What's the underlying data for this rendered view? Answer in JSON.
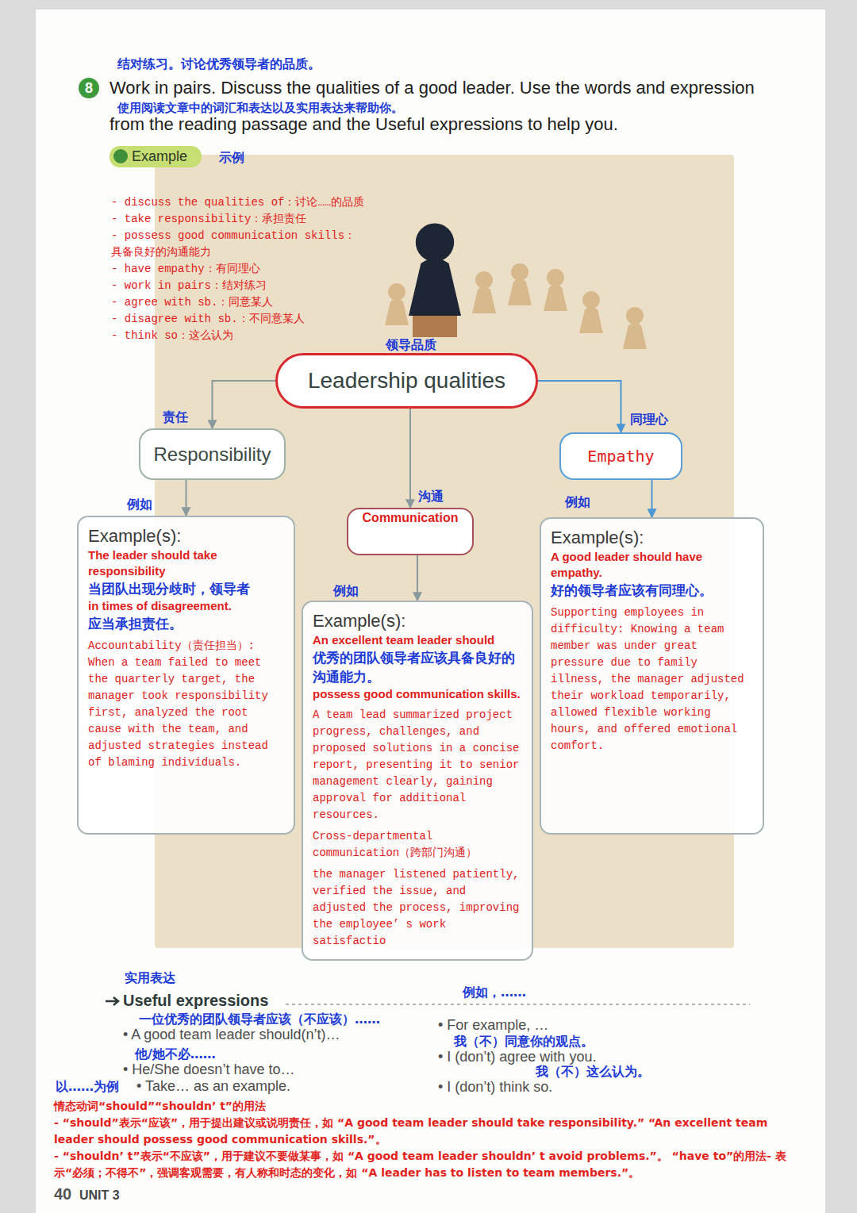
{
  "diagram": {
    "title": "Work in pairs. Discuss the qualities of a good leader. Use the words and expression from the reading passage and the Useful expressions to help you.",
    "nodes": [
      {
        "text": [
          "Leadership qualities"
        ]
      },
      {
        "text": [
          "Responsibility"
        ]
      },
      {
        "text": [
          "Communication"
        ]
      },
      {
        "text": [
          "Empathy"
        ]
      },
      {
        "text": [
          "Example(s):",
          "The leader should take responsibility",
          "当团队出现分歧时，领导者",
          "in times of disagreement.",
          "应当承担责任。",
          "Accountability（责任担当）: When a team failed to meet the quarterly target, the manager took responsibility first, analyzed the root cause with the team, and adjusted strategies instead of blaming individuals."
        ]
      },
      {
        "text": [
          "Example(s):",
          "An excellent team leader should",
          "优秀的团队领导者应该具备良好的沟通能力。",
          "possess good communication skills.",
          "A team lead summarized project progress, challenges, and proposed solutions in a concise report, presenting it to senior management clearly, gaining approval for additional resources.",
          "Cross-departmental communication（跨部门沟通）",
          "the manager listened patiently, verified the issue, and adjusted the process, improving the employee’ s work satisfactio"
        ]
      },
      {
        "text": [
          "Example(s):",
          "A good leader should have empathy.",
          "好的领导者应该有同理心。",
          "Supporting employees in difficulty: Knowing a team member was under great pressure due to family illness, the manager adjusted their workload temporarily, allowed flexible working hours, and offered emotional comfort."
        ]
      }
    ],
    "edges": [
      {
        "from": 0,
        "to": 1,
        "arrow": "to"
      },
      {
        "from": 0,
        "to": 2,
        "arrow": "to"
      },
      {
        "from": 0,
        "to": 3,
        "arrow": "to"
      },
      {
        "from": 1,
        "to": 4,
        "arrow": "to"
      },
      {
        "from": 2,
        "to": 5,
        "arrow": "to"
      },
      {
        "from": 3,
        "to": 6,
        "arrow": "to"
      }
    ],
    "labels": [
      "结对练习。讨论优秀领导者的品质。",
      "8",
      "使用阅读文章中的词汇和表达以及实用表达来帮助你。",
      "Example",
      "示例",
      "- discuss the qualities of：讨论……的品质",
      "- take responsibility：承担责任",
      "- possess good communication skills：具备良好的沟通能力",
      "- have empathy：有同理心",
      "- work in pairs：结对练习",
      "- agree with sb.：同意某人",
      "- disagree with sb.：不同意某人",
      "- think so：这么认为",
      "领导品质",
      "责任",
      "同理心",
      "沟通",
      "例如",
      "例如",
      "例如",
      "实用表达",
      "Useful expressions",
      "例如，……",
      "一位优秀的团队领导者应该（不应该）……",
      "• A good team leader should(n’t)…",
      "他/她不必……",
      "• He/She doesn’t have to…",
      "以……为例",
      "• Take… as an example.",
      "• For example, …",
      "我（不）同意你的观点。",
      "• I (don’t) agree with you.",
      "我（不）这么认为。",
      "• I (don’t) think so.",
      "情态动词“should”“shouldn’ t”的用法",
      "- “should”表示“应该”，用于提出建议或说明责任，如 “A good team leader should take responsibility.” “An excellent team leader should possess good communication skills.”。",
      "- “shouldn’ t”表示“不应该”，用于建议不要做某事，如 “A good team leader shouldn’ t avoid problems.”。 “have to”的用法- 表示“必须；不得不”，强调客观需要，有人称和时态的变化，如 “A leader has to listen to team members.”。",
      "40",
      "UNIT 3"
    ]
  }
}
